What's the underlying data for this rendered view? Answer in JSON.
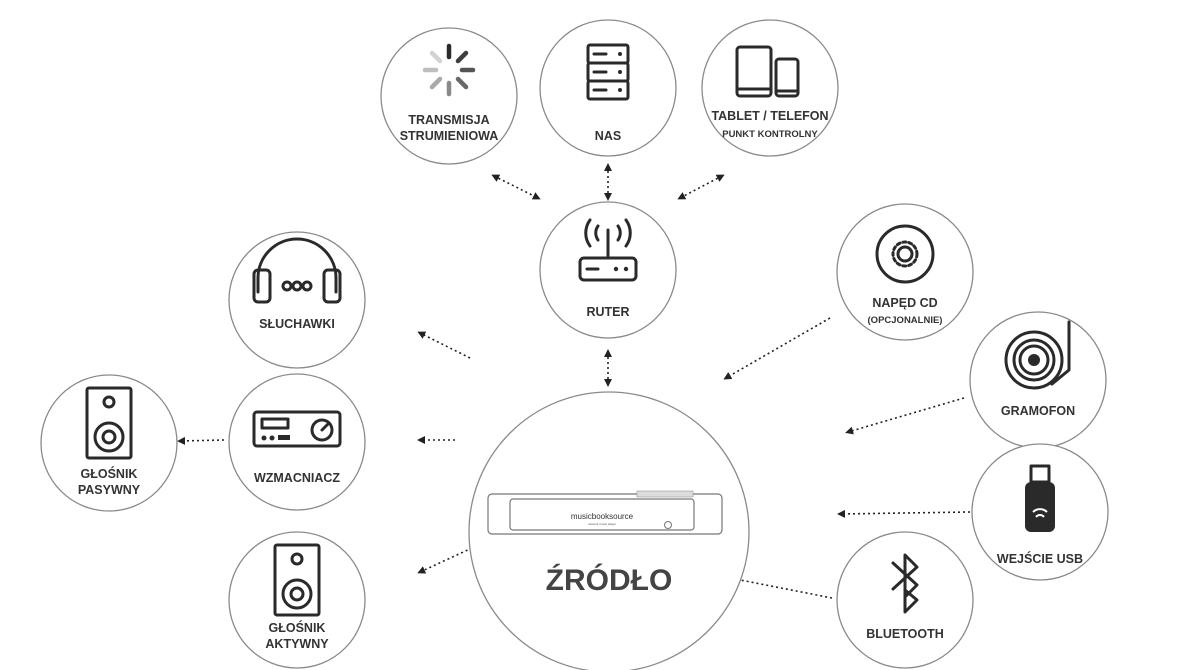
{
  "diagram": {
    "source": {
      "label": "ŹRÓDŁO",
      "device_brand": "musicbooksource",
      "device_tagline": "network music player"
    },
    "router": {
      "label": "RUTER"
    },
    "network_sources": [
      {
        "id": "streaming",
        "label_lines": [
          "TRANSMISJA",
          "STRUMIENIOWA"
        ],
        "icon": "loading-spinner-icon"
      },
      {
        "id": "nas",
        "label_lines": [
          "NAS"
        ],
        "icon": "server-icon"
      },
      {
        "id": "tablet",
        "label_lines": [
          "TABLET / TELEFON"
        ],
        "sublabel": "PUNKT KONTROLNY",
        "icon": "tablet-phone-icon"
      }
    ],
    "inputs": [
      {
        "id": "cd",
        "label_lines": [
          "NAPĘD CD"
        ],
        "sublabel": "(OPCJONALNIE)",
        "icon": "cd-icon"
      },
      {
        "id": "turntable",
        "label_lines": [
          "GRAMOFON"
        ],
        "icon": "turntable-icon"
      },
      {
        "id": "usb",
        "label_lines": [
          "WEJŚCIE USB"
        ],
        "icon": "usb-stick-icon"
      },
      {
        "id": "bluetooth",
        "label_lines": [
          "BLUETOOTH"
        ],
        "icon": "bluetooth-icon"
      }
    ],
    "outputs": [
      {
        "id": "headphones",
        "label_lines": [
          "SŁUCHAWKI"
        ],
        "icon": "headphones-icon"
      },
      {
        "id": "amplifier",
        "label_lines": [
          "WZMACNIACZ"
        ],
        "icon": "amplifier-icon"
      },
      {
        "id": "passive",
        "label_lines": [
          "GŁOŚNIK",
          "PASYWNY"
        ],
        "icon": "speaker-icon"
      },
      {
        "id": "active",
        "label_lines": [
          "GŁOŚNIK",
          "AKTYWNY"
        ],
        "icon": "speaker-icon"
      }
    ]
  }
}
